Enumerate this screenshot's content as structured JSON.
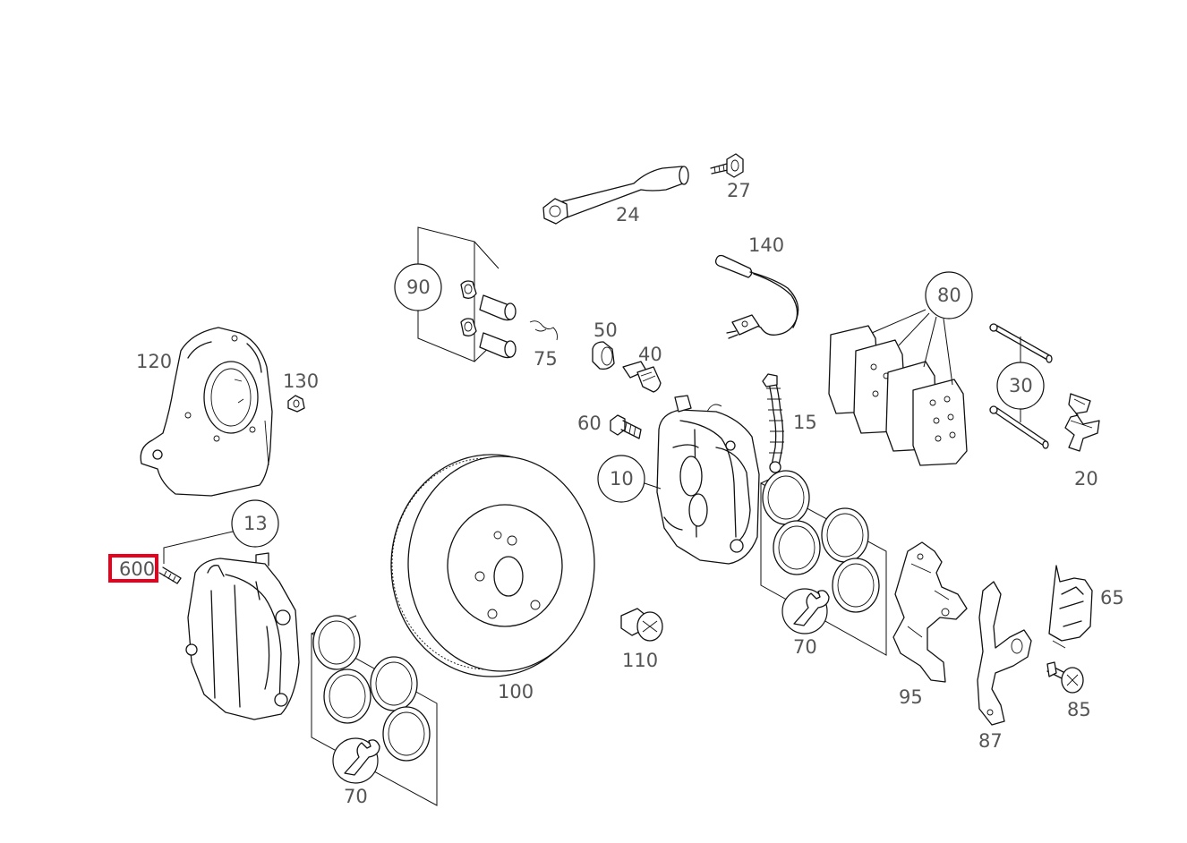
{
  "labels": {
    "p10": "10",
    "p13": "13",
    "p15": "15",
    "p20": "20",
    "p24": "24",
    "p27": "27",
    "p30": "30",
    "p40": "40",
    "p50": "50",
    "p60": "60",
    "p600": "600",
    "p65": "65",
    "p70a": "70",
    "p70b": "70",
    "p75": "75",
    "p80": "80",
    "p85": "85",
    "p87": "87",
    "p90": "90",
    "p95": "95",
    "p100": "100",
    "p110": "110",
    "p120": "120",
    "p130": "130",
    "p140": "140"
  },
  "highlight": {
    "label": "600",
    "color": "#e8001c"
  },
  "colors": {
    "line": "#111111",
    "label_text": "#555555",
    "background": "#ffffff"
  },
  "icons": {
    "kit_symbol": "wrench-icon"
  }
}
